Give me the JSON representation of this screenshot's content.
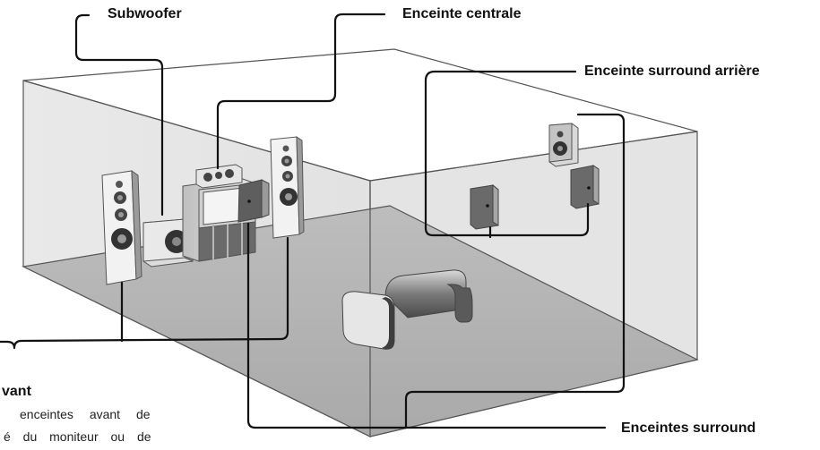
{
  "labels": {
    "subwoofer": "Subwoofer",
    "center": "Enceinte centrale",
    "surround_back": "Enceinte surround arrière",
    "front": "vant",
    "surround": "Enceintes surround"
  },
  "front_description": {
    "line1": "enceintes avant de",
    "line2": "é du moniteur ou de"
  },
  "colors": {
    "room_wall": "#e6e6e6",
    "room_floor": "#b4b4b4",
    "room_edge": "#555555",
    "leader_line": "#111111",
    "speaker_light": "#f0f0f0",
    "speaker_dark": "#6e6e6e"
  }
}
